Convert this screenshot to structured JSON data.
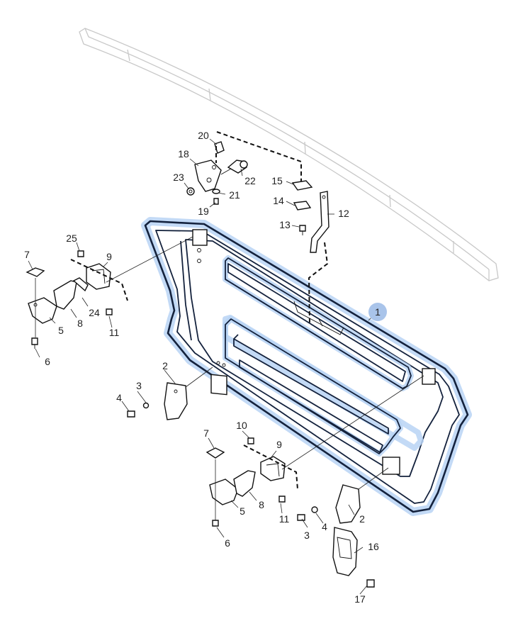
{
  "callouts": {
    "c1": "1",
    "c2a": "2",
    "c2b": "2",
    "c3a": "3",
    "c3b": "3",
    "c4a": "4",
    "c4b": "4",
    "c5a": "5",
    "c5b": "5",
    "c6a": "6",
    "c6b": "6",
    "c7a": "7",
    "c7b": "7",
    "c8a": "8",
    "c8b": "8",
    "c9a": "9",
    "c9b": "9",
    "c10": "10",
    "c11a": "11",
    "c11b": "11",
    "c12": "12",
    "c13": "13",
    "c14": "14",
    "c15": "15",
    "c16": "16",
    "c17": "17",
    "c18": "18",
    "c19": "19",
    "c20": "20",
    "c21": "21",
    "c22": "22",
    "c23": "23",
    "c24": "24",
    "c25": "25"
  },
  "colors": {
    "highlight": "#b9d3f5",
    "callout_badge": "#a9c4ea",
    "line": "#111111"
  }
}
